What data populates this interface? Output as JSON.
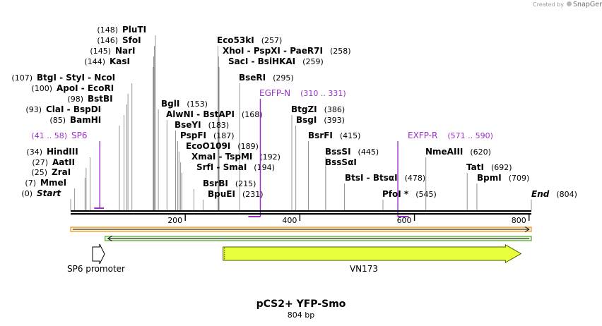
{
  "brand": {
    "created_by": "Created by",
    "app": "SnapGene"
  },
  "plasmid": {
    "name": "pCS2+ YFP-Smo",
    "size_label": "804 bp",
    "length": 804
  },
  "colors": {
    "primer": "#9b30c9",
    "promoter_outline": "#000000",
    "orange_feature": "#f0a030",
    "green_feature": "#6ab04c",
    "yfp_feature": "#e6ff3a"
  },
  "scale_ticks": [
    "200",
    "400",
    "600",
    "800"
  ],
  "sites": [
    {
      "name": "PluTI",
      "pos": "(148)"
    },
    {
      "name": "SfoI",
      "pos": "(146)"
    },
    {
      "name": "NarI",
      "pos": "(145)"
    },
    {
      "name": "KasI",
      "pos": "(144)"
    },
    {
      "name": "BtgI  -  StyI  -  NcoI",
      "pos": "(107)"
    },
    {
      "name": "ApoI  -  EcoRI",
      "pos": "(100)"
    },
    {
      "name": "BstBI",
      "pos": "(98)"
    },
    {
      "name": "ClaI  -  BspDI",
      "pos": "(93)"
    },
    {
      "name": "BamHI",
      "pos": "(85)"
    },
    {
      "name": "HindIII",
      "pos": "(34)"
    },
    {
      "name": "AatII",
      "pos": "(27)"
    },
    {
      "name": "ZraI",
      "pos": "(25)"
    },
    {
      "name": "MmeI",
      "pos": "(7)"
    },
    {
      "name": "Start",
      "pos": "(0)"
    },
    {
      "name": "Eco53kI",
      "pos": "(257)"
    },
    {
      "name": "XhoI  -  PspXI  -  PaeR7I",
      "pos": "(258)"
    },
    {
      "name": "SacI  -  BsiHKAI",
      "pos": "(259)"
    },
    {
      "name": "BseRI",
      "pos": "(295)"
    },
    {
      "name": "BglI",
      "pos": "(153)"
    },
    {
      "name": "AlwNI  -  BstAPI",
      "pos": "(168)"
    },
    {
      "name": "BseYI",
      "pos": "(183)"
    },
    {
      "name": "PspFI",
      "pos": "(187)"
    },
    {
      "name": "EcoO109I",
      "pos": "(189)"
    },
    {
      "name": "XmaI  -  TspMI",
      "pos": "(192)"
    },
    {
      "name": "SrfI  -  SmaI",
      "pos": "(194)"
    },
    {
      "name": "BsrBI",
      "pos": "(215)"
    },
    {
      "name": "BpuEI",
      "pos": "(231)"
    },
    {
      "name": "BtgZI",
      "pos": "(386)"
    },
    {
      "name": "BsgI",
      "pos": "(393)"
    },
    {
      "name": "BsrFI",
      "pos": "(415)"
    },
    {
      "name": "BssSI",
      "pos": "(445)"
    },
    {
      "name": "BssSαI",
      "pos": ""
    },
    {
      "name": "BtsI  -  BtsαI",
      "pos": "(478)"
    },
    {
      "name": "PfoI *",
      "pos": "(545)"
    },
    {
      "name": "NmeAIII",
      "pos": "(620)"
    },
    {
      "name": "TatI",
      "pos": "(692)"
    },
    {
      "name": "BpmI",
      "pos": "(709)"
    },
    {
      "name": "End",
      "pos": "(804)"
    }
  ],
  "primers": [
    {
      "name": "SP6",
      "range": "(41 .. 58)"
    },
    {
      "name": "EGFP-N",
      "range": "(310 .. 331)"
    },
    {
      "name": "EXFP-R",
      "range": "(571 .. 590)"
    }
  ],
  "features": [
    {
      "name": "SP6 promoter"
    },
    {
      "name": "VN173"
    }
  ]
}
